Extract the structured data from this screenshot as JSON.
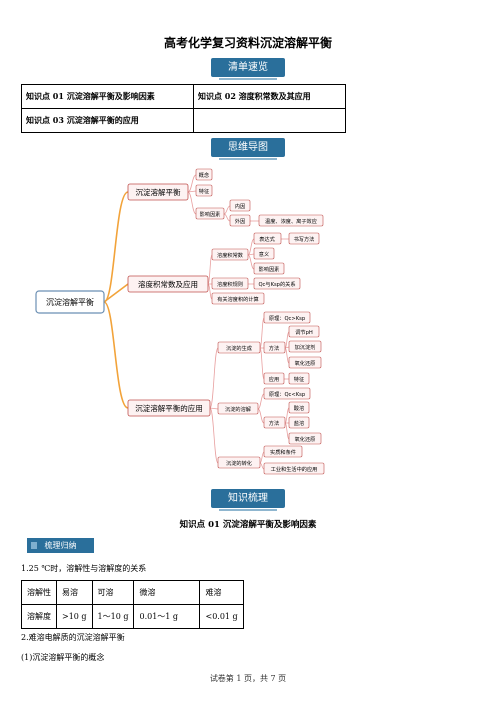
{
  "doc_title": "高考化学复习资料沉淀溶解平衡",
  "banner_overview": "清单速览",
  "knowledge_points": [
    [
      "知识点 01 沉淀溶解平衡及影响因素",
      "知识点 02 溶度积常数及其应用"
    ],
    [
      "知识点 03 沉淀溶解平衡的应用",
      ""
    ]
  ],
  "banner_mindmap": "思维导图",
  "mindmap": {
    "root": "沉淀溶解平衡",
    "b1": "沉淀溶解平衡",
    "b1_concept": "概念",
    "b1_feature": "特征",
    "b1_factors": "影响因素",
    "b1_internal": "内因",
    "b1_external": "外因",
    "b1_external_detail": "温度、浓度、离子效应",
    "b2": "溶度积常数及应用",
    "b2_ksp": "溶度积常数",
    "b2_expr": "表达式",
    "b2_writing": "书写方法",
    "b2_meaning": "意义",
    "b2_factors": "影响因素",
    "b2_rule": "溶度积规则",
    "b2_qc": "Qc与Ksp的关系",
    "b2_calc": "有关溶度积的计算",
    "b3": "沉淀溶解平衡的应用",
    "b3_form": "沉淀的生成",
    "b3_form_principle": "原理：Qc>Ksp",
    "b3_form_method": "方法",
    "b3_ph": "调节pH",
    "b3_precip": "加沉淀剂",
    "b3_redox": "氧化还原",
    "b3_app": "应用",
    "b3_feature": "特征",
    "b3_dissolve": "沉淀的溶解",
    "b3_dis_principle": "原理：Qc<Ksp",
    "b3_dis_method": "方法",
    "b3_acid": "酸溶",
    "b3_salt": "盐溶",
    "b3_dis_redox": "氧化还原",
    "b3_transform": "沉淀的转化",
    "b3_essence": "实质和条件",
    "b3_industry": "工业和生活中的应用"
  },
  "banner_knowledge": "知识梳理",
  "section_title": "知识点 01  沉淀溶解平衡及影响因素",
  "tag_label": "梳理归纳",
  "line1": "1.25 ℃时，溶解性与溶解度的关系",
  "solubility_table": {
    "header": [
      "溶解性",
      "易溶",
      "可溶",
      "微溶",
      "难溶"
    ],
    "row": [
      "溶解度",
      ">10 g",
      "1～10 g",
      "0.01～1 g",
      "<0.01 g"
    ]
  },
  "line2": "2.难溶电解质的沉淀溶解平衡",
  "line3": "(1)沉淀溶解平衡的概念",
  "footer": "试卷第 1 页，共 7 页",
  "colors": {
    "banner": "#2a6f9b",
    "branch": "#f2a33a",
    "box_border": "#c0504d",
    "box_fill": "#fdf2f2",
    "root_border": "#6b8fb3"
  }
}
